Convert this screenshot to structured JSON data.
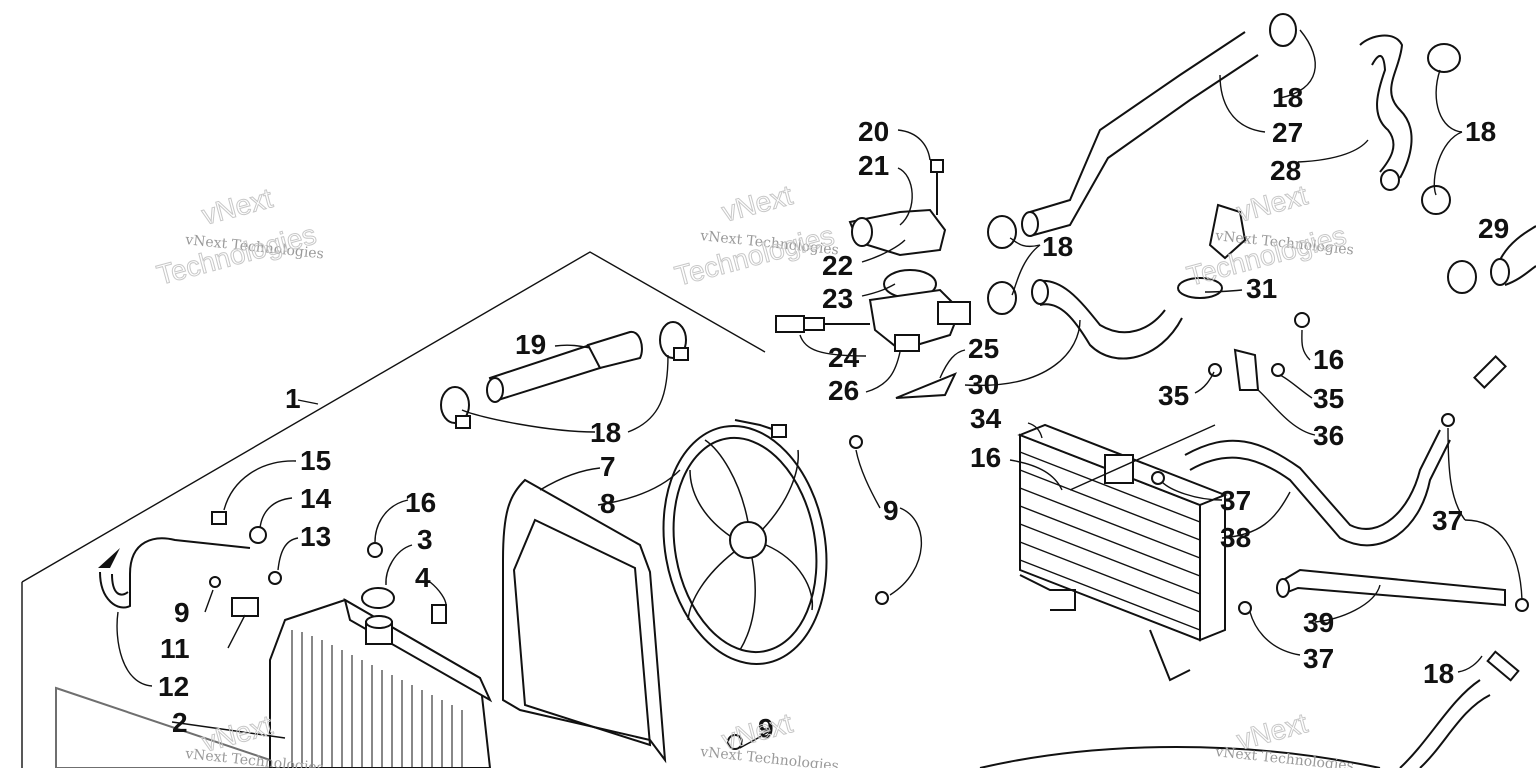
{
  "diagram": {
    "watermark": {
      "brand_line": "vNext Technologies",
      "outline_word_1": "vNext",
      "outline_word_2": "Technologies"
    },
    "callouts": {
      "c1": "1",
      "c2": "2",
      "c3": "3",
      "c4": "4",
      "c7": "7",
      "c8": "8",
      "c9a": "9",
      "c9b": "9",
      "c9c": "9",
      "c11": "11",
      "c12": "12",
      "c13": "13",
      "c14": "14",
      "c15": "15",
      "c16a": "16",
      "c16b": "16",
      "c16c": "16",
      "c18a": "18",
      "c18b": "18",
      "c18c": "18",
      "c18d": "18",
      "c18e": "18",
      "c19": "19",
      "c20": "20",
      "c21": "21",
      "c22": "22",
      "c23": "23",
      "c24": "24",
      "c25": "25",
      "c26": "26",
      "c27": "27",
      "c28": "28",
      "c29": "29",
      "c30": "30",
      "c31": "31",
      "c34": "34",
      "c35a": "35",
      "c35b": "35",
      "c36": "36",
      "c37a": "37",
      "c37b": "37",
      "c37c": "37",
      "c38": "38",
      "c39": "39"
    },
    "colors": {
      "ink": "#111111",
      "watermark": "#9a9a9a",
      "background": "#ffffff"
    }
  }
}
